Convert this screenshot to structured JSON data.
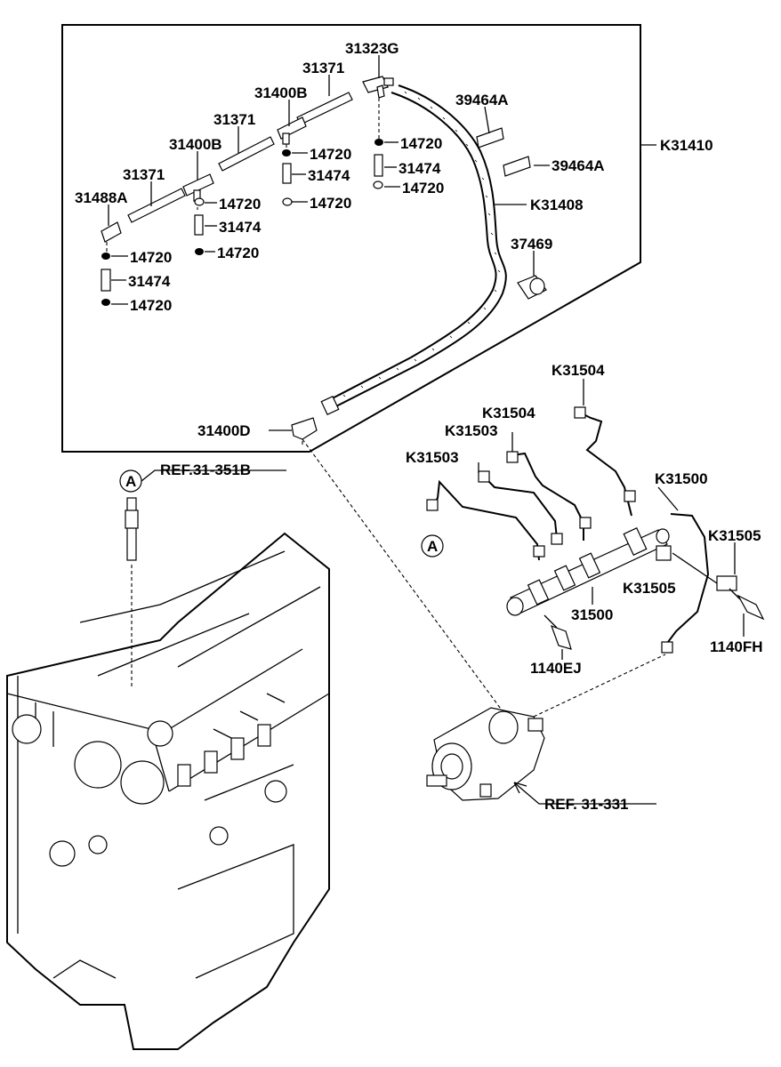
{
  "diagram": {
    "labels": {
      "p31323G": "31323G",
      "p31371_top": "31371",
      "p31400B_top": "31400B",
      "p31371_mid": "31371",
      "p31400B_mid": "31400B",
      "p31371_low": "31371",
      "p31488A": "31488A",
      "p39464A_a": "39464A",
      "p39464A_b": "39464A",
      "pK31410": "K31410",
      "pK31408": "K31408",
      "p37469": "37469",
      "p14720_1": "14720",
      "p31474_1": "31474",
      "p14720_2": "14720",
      "p14720_3": "14720",
      "p31474_2": "31474",
      "p14720_4": "14720",
      "p14720_5": "14720",
      "p31474_3": "31474",
      "p14720_6": "14720",
      "p14720_7": "14720",
      "p31474_4": "31474",
      "p14720_8": "14720",
      "p31400D": "31400D",
      "pREF31351B": "REF.31-351B",
      "pA_top": "A",
      "pA_bottom": "A",
      "pK31504_a": "K31504",
      "pK31504_b": "K31504",
      "pK31503_a": "K31503",
      "pK31503_b": "K31503",
      "pK31500": "K31500",
      "pK31505_a": "K31505",
      "pK31505_b": "K31505",
      "p31500": "31500",
      "p1140EJ": "1140EJ",
      "p1140FH": "1140FH",
      "pREF31331": "REF. 31-331"
    }
  }
}
